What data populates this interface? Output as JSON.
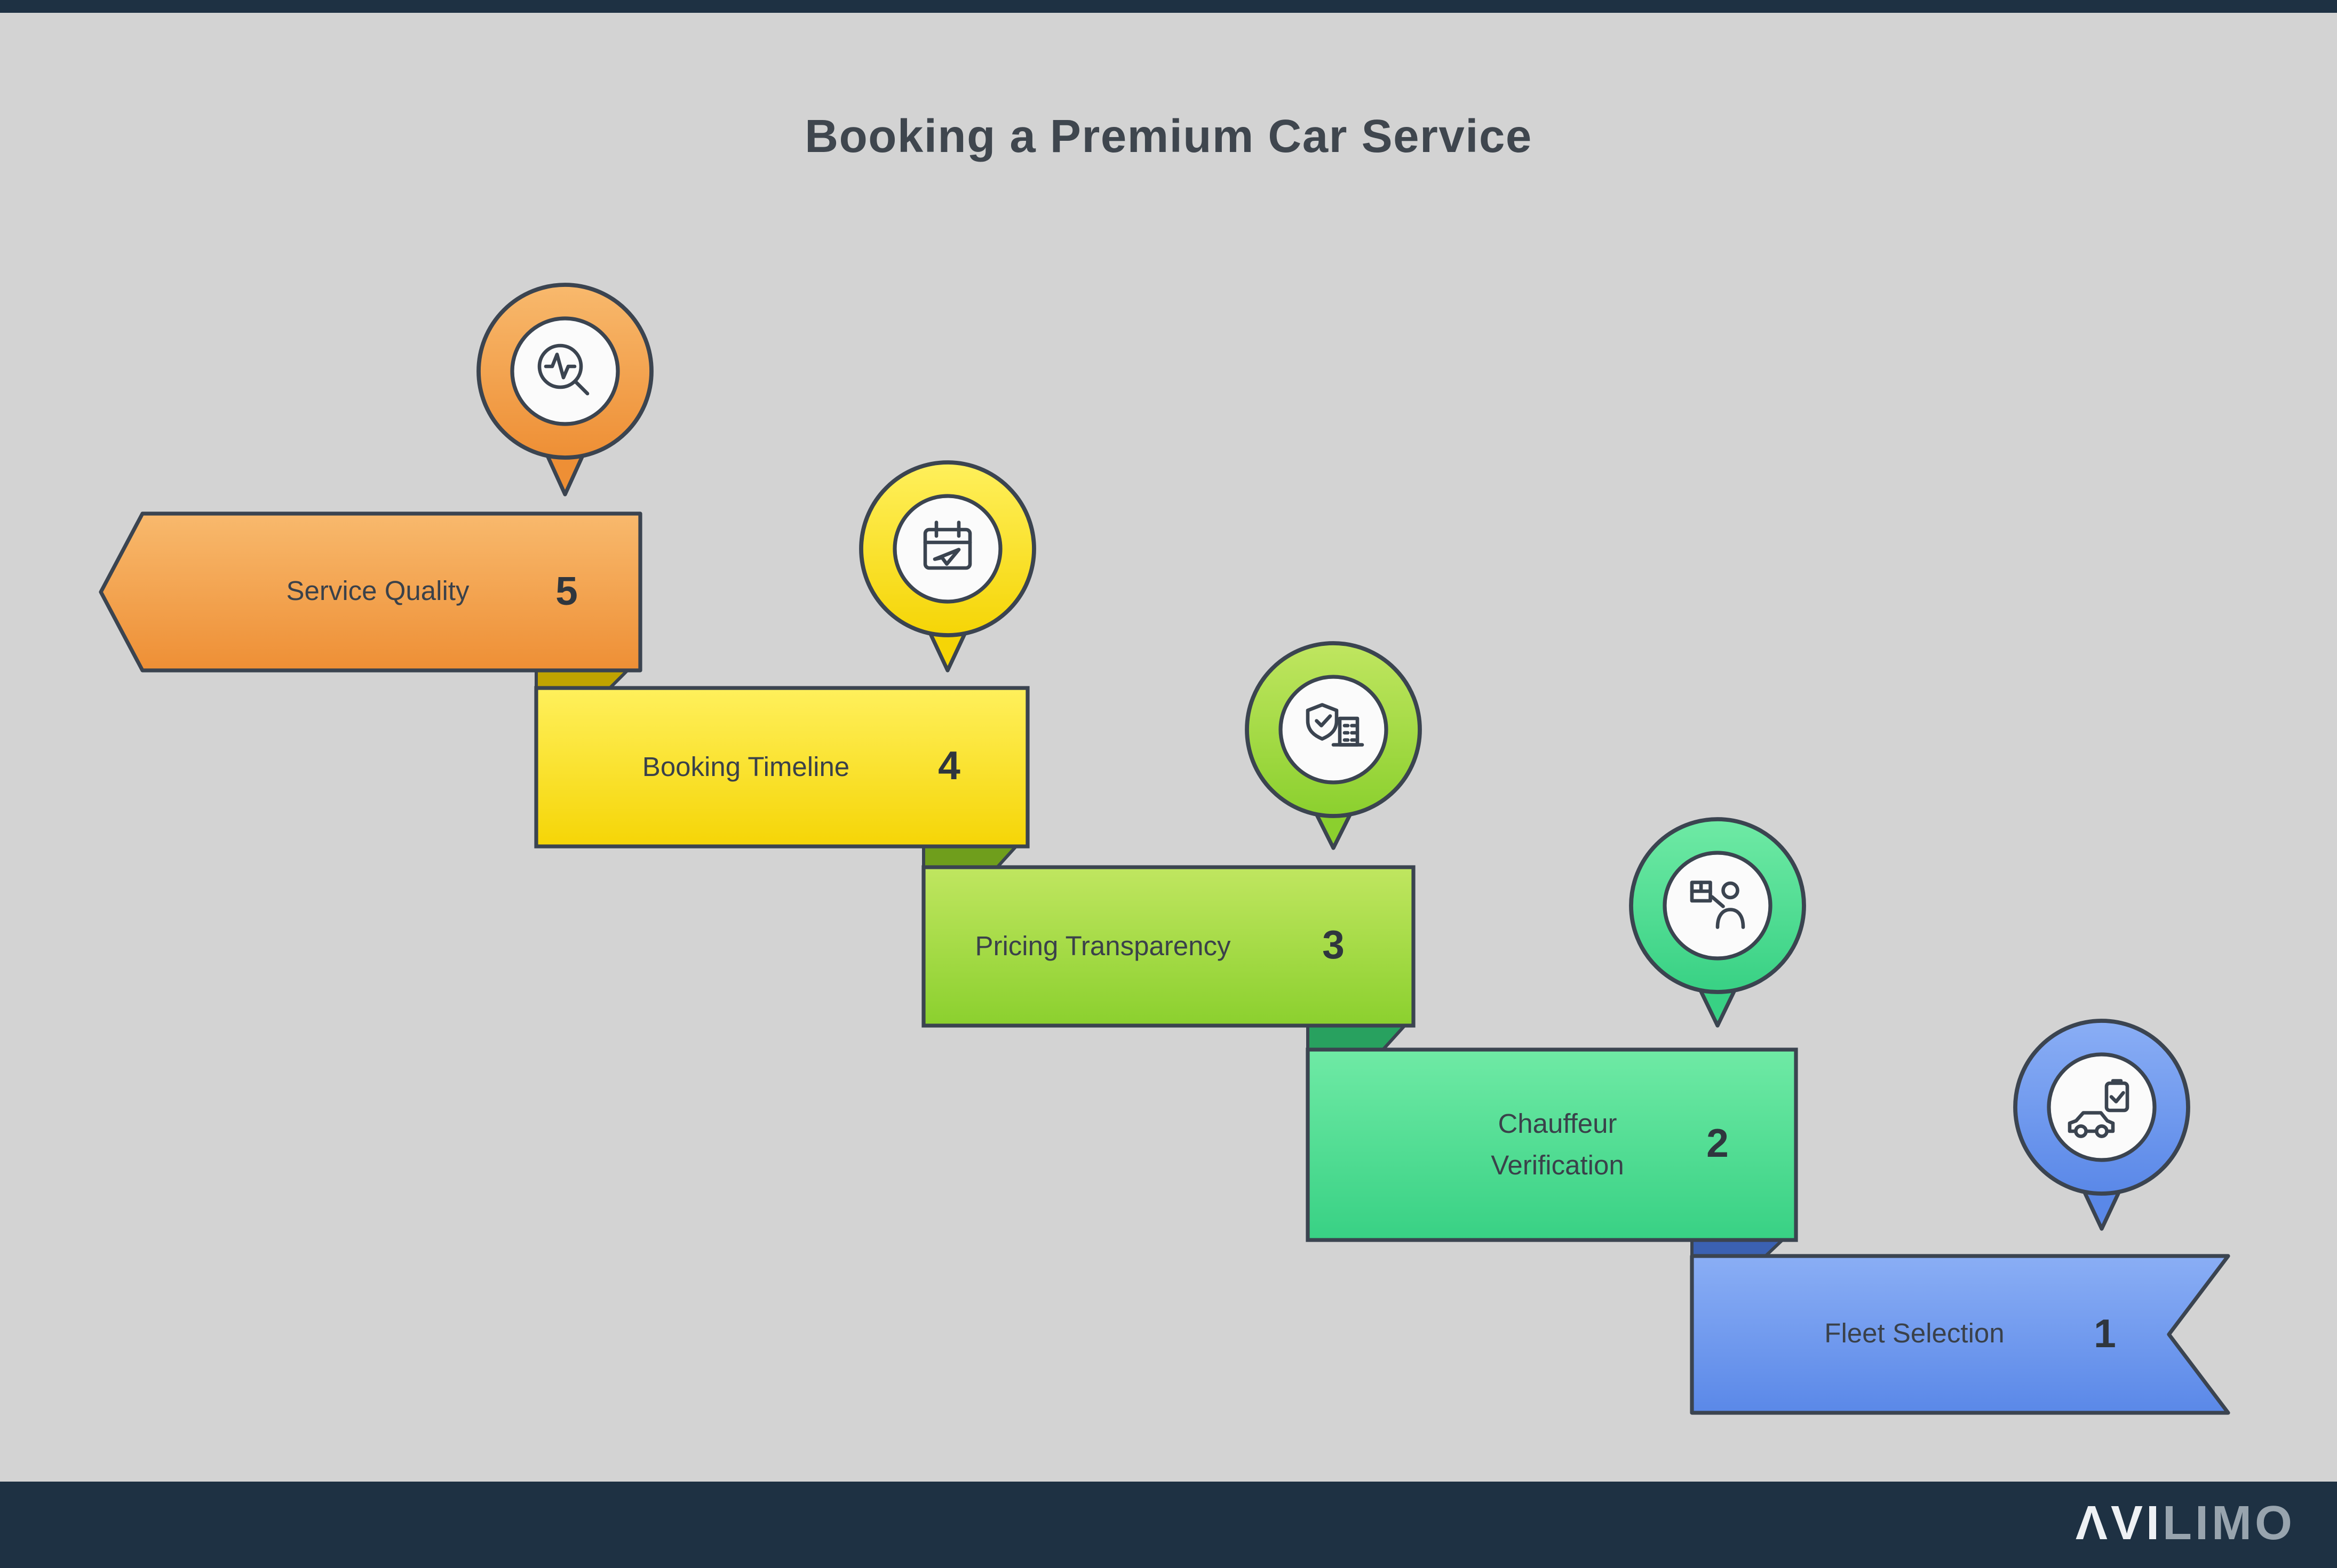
{
  "title": "Booking a Premium Car Service",
  "background_color": "#d3d3d3",
  "bar_color": "#1e3143",
  "outline_color": "#3b4450",
  "steps": [
    {
      "number": "5",
      "label": "Service Quality",
      "color": "#EF923C",
      "icon": "pulse-search-icon"
    },
    {
      "number": "4",
      "label": "Booking Timeline",
      "color": "#F6D60A",
      "icon": "calendar-departure-icon"
    },
    {
      "number": "3",
      "label": "Pricing Transparency",
      "color": "#8FD232",
      "icon": "shield-check-building-icon"
    },
    {
      "number": "2",
      "label": "Chauffeur Verification",
      "color": "#3ED387",
      "icon": "chauffeur-luggage-icon"
    },
    {
      "number": "1",
      "label": "Fleet Selection",
      "color": "#5D8AE8",
      "icon": "car-checklist-icon"
    }
  ],
  "footer": {
    "logo_part1": "ΛVI",
    "logo_part2": "LIMO"
  }
}
